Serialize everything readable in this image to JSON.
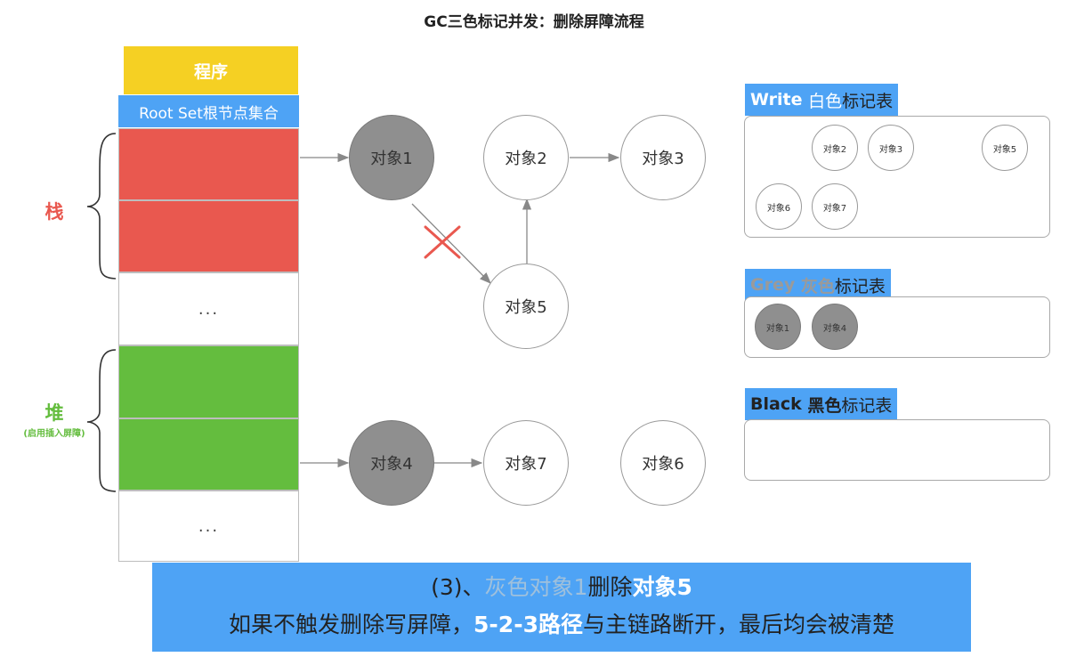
{
  "title": "GC三色标记并发：删除屏障流程",
  "program": "程序",
  "root_set": "Root Set根节点集合",
  "stack_label": "栈",
  "heap_label": "堆",
  "heap_sub": "(启用插入屏障)",
  "dots": "...",
  "nodes": {
    "obj1": "对象1",
    "obj2": "对象2",
    "obj3": "对象3",
    "obj4": "对象4",
    "obj5": "对象5",
    "obj6": "对象6",
    "obj7": "对象7"
  },
  "tables": {
    "white": {
      "en": "Write",
      "cn_white": "白色",
      "cn_rest": "标记表",
      "items": [
        "对象2",
        "对象3",
        "对象5",
        "对象6",
        "对象7"
      ]
    },
    "grey": {
      "en": "Grey",
      "cn_fade": "灰色",
      "cn_rest": "标记表",
      "items": [
        "对象1",
        "对象4"
      ]
    },
    "black": {
      "en": "Black",
      "cn_black": "黑色",
      "cn_rest": "标记表",
      "items": []
    }
  },
  "banner": {
    "line1_a": "(3)、",
    "line1_b": "灰色对象1",
    "line1_c": "删除",
    "line1_d": "对象5",
    "line2_a": "如果不触发删除写屏障，",
    "line2_b": "5-2-3路径",
    "line2_c": "与主链路断开，最后均会被清楚"
  },
  "colors": {
    "program": "#f5d023",
    "blue": "#4ea3f5",
    "stack": "#e9584f",
    "heap": "#64bd3e",
    "gray_node": "#8f8f8f",
    "cross": "#e9584f"
  }
}
